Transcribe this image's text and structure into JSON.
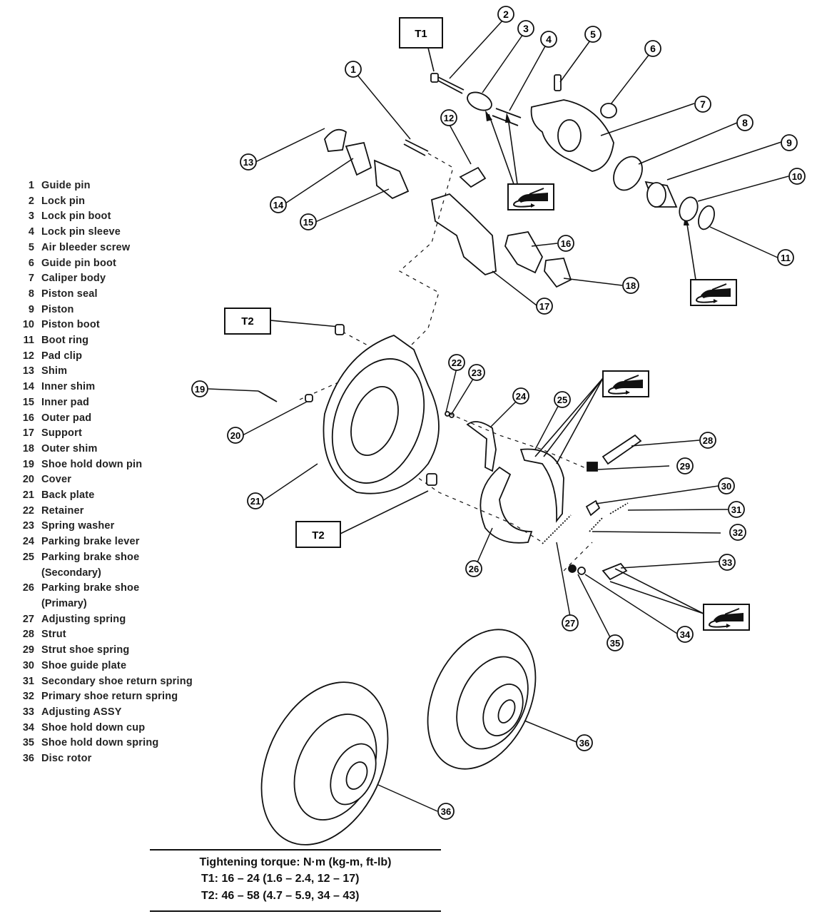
{
  "parts": [
    {
      "num": "1",
      "name": "Guide pin"
    },
    {
      "num": "2",
      "name": "Lock pin"
    },
    {
      "num": "3",
      "name": "Lock pin boot"
    },
    {
      "num": "4",
      "name": "Lock pin sleeve"
    },
    {
      "num": "5",
      "name": "Air bleeder screw"
    },
    {
      "num": "6",
      "name": "Guide pin boot"
    },
    {
      "num": "7",
      "name": "Caliper body"
    },
    {
      "num": "8",
      "name": "Piston seal"
    },
    {
      "num": "9",
      "name": "Piston"
    },
    {
      "num": "10",
      "name": "Piston boot"
    },
    {
      "num": "11",
      "name": "Boot ring"
    },
    {
      "num": "12",
      "name": "Pad clip"
    },
    {
      "num": "13",
      "name": "Shim"
    },
    {
      "num": "14",
      "name": "Inner shim"
    },
    {
      "num": "15",
      "name": "Inner pad"
    },
    {
      "num": "16",
      "name": "Outer pad"
    },
    {
      "num": "17",
      "name": "Support"
    },
    {
      "num": "18",
      "name": "Outer shim"
    },
    {
      "num": "19",
      "name": "Shoe hold down pin"
    },
    {
      "num": "20",
      "name": "Cover"
    },
    {
      "num": "21",
      "name": "Back plate"
    },
    {
      "num": "22",
      "name": "Retainer"
    },
    {
      "num": "23",
      "name": "Spring washer"
    },
    {
      "num": "24",
      "name": "Parking brake lever"
    },
    {
      "num": "25",
      "name": "Parking brake shoe",
      "sub": "(Secondary)"
    },
    {
      "num": "26",
      "name": "Parking brake shoe",
      "sub": "(Primary)"
    },
    {
      "num": "27",
      "name": "Adjusting spring"
    },
    {
      "num": "28",
      "name": "Strut"
    },
    {
      "num": "29",
      "name": "Strut shoe spring"
    },
    {
      "num": "30",
      "name": "Shoe guide plate"
    },
    {
      "num": "31",
      "name": "Secondary shoe return spring"
    },
    {
      "num": "32",
      "name": "Primary shoe return spring"
    },
    {
      "num": "33",
      "name": "Adjusting ASSY"
    },
    {
      "num": "34",
      "name": "Shoe hold down cup"
    },
    {
      "num": "35",
      "name": "Shoe hold down spring"
    },
    {
      "num": "36",
      "name": "Disc rotor"
    }
  ],
  "torque": {
    "title": "Tightening torque:  N·m (kg-m, ft-lb)",
    "t1": "T1:  16 – 24 (1.6 – 2.4, 12 – 17)",
    "t2": "T2:  46 – 58 (4.7 – 5.9, 34 – 43)"
  },
  "labels": {
    "t1": "T1",
    "t2": "T2"
  },
  "callouts": [
    "1",
    "2",
    "3",
    "4",
    "5",
    "6",
    "7",
    "8",
    "9",
    "10",
    "11",
    "12",
    "13",
    "14",
    "15",
    "16",
    "17",
    "18",
    "19",
    "20",
    "21",
    "22",
    "23",
    "24",
    "25",
    "26",
    "27",
    "28",
    "29",
    "30",
    "31",
    "32",
    "33",
    "34",
    "35",
    "36"
  ],
  "icons": {
    "grease": "grease-application-icon"
  }
}
